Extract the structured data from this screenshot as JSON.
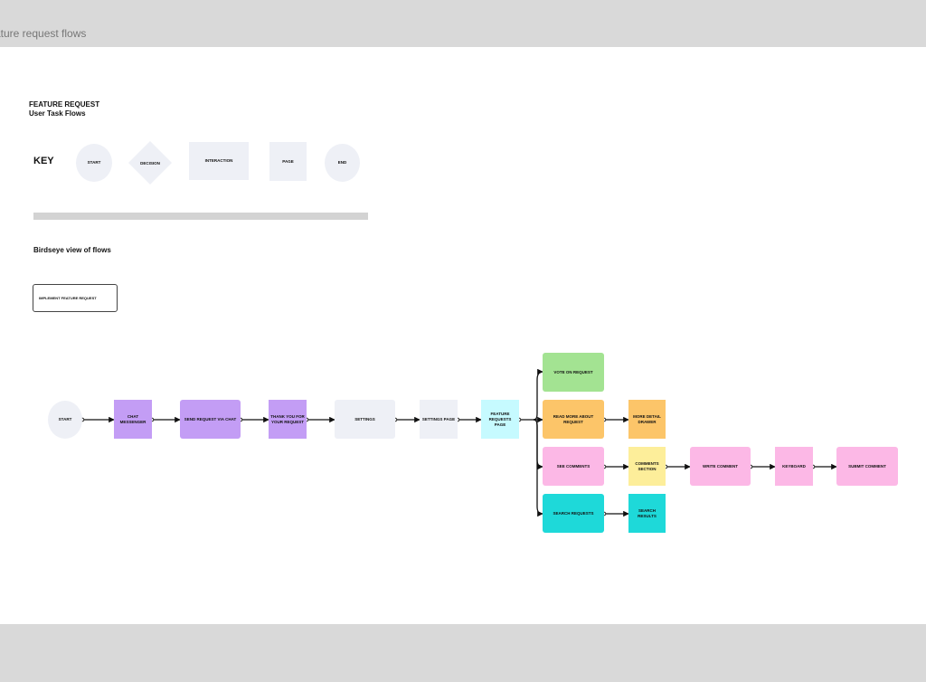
{
  "header": {
    "title": "ature request flows"
  },
  "heading": {
    "line1": "FEATURE REQUEST",
    "line2": "User Task Flows"
  },
  "key": {
    "title": "KEY",
    "start": "START",
    "decision": "DECISION",
    "interaction": "INTERACTION",
    "page": "PAGE",
    "end": "END"
  },
  "birdseye": {
    "label": "Birdseye view of flows",
    "box": "IMPLEMENT FEATURE REQUEST"
  },
  "colors": {
    "neutral": "#eef0f6",
    "purple": "#c39df5",
    "cyan_light": "#c6faff",
    "green": "#a3e392",
    "orange": "#fcc569",
    "yellow": "#fdee9a",
    "pink": "#fcb8e6",
    "teal": "#1ed9d9"
  },
  "flow": {
    "start": "START",
    "chat_messenger": "CHAT MESSENGER",
    "send_request": "SEND REQUEST VIA CHAT",
    "thank_you": "THANK YOU FOR YOUR REQUEST",
    "settings": "SETTINGS",
    "settings_page": "SETTINGS PAGE",
    "feature_requests_page": "FEATURE REQUESTS PAGE",
    "vote": "VOTE ON REQUEST",
    "read_more": "READ MORE ABOUT REQUEST",
    "more_detail": "MORE DETAIL DRAWER",
    "see_comments": "SEE COMMENTS",
    "comments_section": "COMMENTS SECTION",
    "write_comment": "WRITE COMMENT",
    "keyboard": "KEYBOARD",
    "submit_comment": "SUBMIT COMMENT",
    "search_requests": "SEARCH REQUESTS",
    "search_results": "SEARCH RESULTS"
  }
}
